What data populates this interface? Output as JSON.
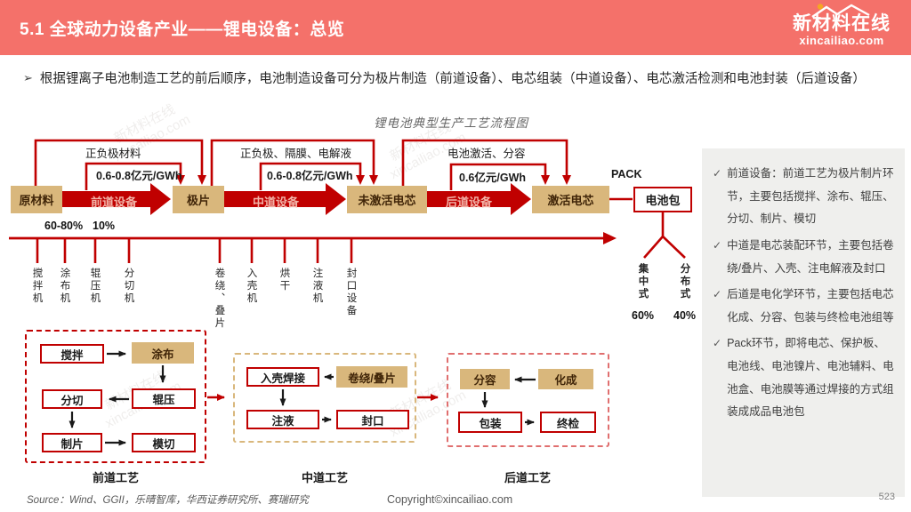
{
  "header": {
    "title": "5.1 全球动力设备产业——锂电设备：总览",
    "logo_name": "新材料在线",
    "logo_domain": "xincailiao.com"
  },
  "intro": {
    "bullet": "➢",
    "text": "根据锂离子电池制造工艺的前后顺序，电池制造设备可分为极片制造（前道设备）、电芯组装（中道设备）、电芯激活检测和电池封装（后道设备）"
  },
  "flow": {
    "title": "锂电池典型生产工艺流程图",
    "boxes": {
      "raw": "原材料",
      "electrode": "极片",
      "inactive_cell": "未激活电芯",
      "active_cell": "激活电芯",
      "pack": "电池包"
    },
    "stage_arrows": {
      "front": "前道设备",
      "mid": "中道设备",
      "rear": "后道设备"
    },
    "annotations": {
      "front_material": "正负极材料",
      "front_cost": "0.6-0.8亿元/GWh",
      "mid_material": "正负极、隔膜、电解液",
      "mid_cost": "0.6-0.8亿元/GWh",
      "rear_material": "电池激活、分容",
      "rear_cost": "0.6亿元/GWh",
      "pack_label": "PACK"
    },
    "cost_shares": {
      "material": "60-80%",
      "equipment": "10%"
    },
    "equipment": [
      "搅拌机",
      "涂布机",
      "辊压机",
      "分切机",
      "卷绕、叠片",
      "入壳机",
      "烘干",
      "注液机",
      "封口设备"
    ],
    "pack_split": [
      {
        "label": "集中式",
        "value": "60%"
      },
      {
        "label": "分布式",
        "value": "40%"
      }
    ]
  },
  "sections": [
    {
      "label": "前道工艺",
      "boxes": [
        "搅拌",
        "涂布",
        "分切",
        "辊压",
        "制片",
        "模切"
      ]
    },
    {
      "label": "中道工艺",
      "boxes": [
        "入壳焊接",
        "卷绕/叠片",
        "注液",
        "封口"
      ]
    },
    {
      "label": "后道工艺",
      "boxes": [
        "分容",
        "化成",
        "包装",
        "终检"
      ]
    }
  ],
  "sidebar": {
    "items": [
      "前道设备：前道工艺为极片制片环节，主要包括搅拌、涂布、辊压、分切、制片、模切",
      "中道是电芯装配环节，主要包括卷绕/叠片、入壳、注电解液及封口",
      "后道是电化学环节，主要包括电芯化成、分容、包装与终检电池组等",
      "Pack环节，即将电芯、保护板、电池线、电池镍片、电池辅料、电池盒、电池膜等通过焊接的方式组装成成品电池包"
    ]
  },
  "footer": {
    "source": "Source：Wind、GGII，乐晴智库，华西证券研究所、赛瑞研究",
    "copyright": "Copyright©xincailiao.com",
    "page": "523"
  },
  "watermark": {
    "line1": "新材料在线",
    "line2": "xincailiao.com"
  },
  "colors": {
    "accent_red": "#C00000",
    "tan": "#D9B77C",
    "header_red": "#F4716A",
    "light_red": "#E06F6F",
    "sidebar_bg": "#EFEFED"
  }
}
